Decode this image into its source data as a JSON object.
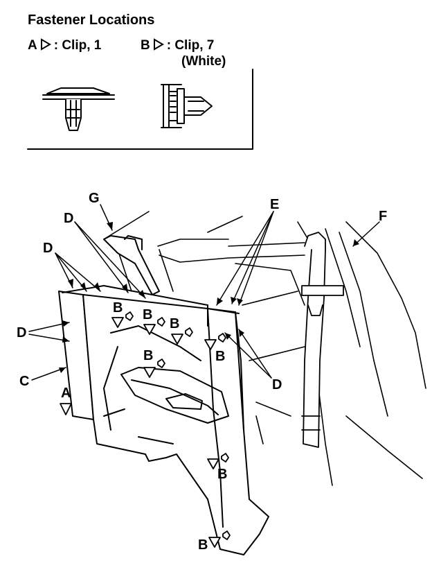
{
  "legend": {
    "title": "Fastener Locations",
    "clip_a": {
      "letter": "A",
      "text": ": Clip, 1"
    },
    "clip_b": {
      "letter": "B",
      "text": ": Clip, 7",
      "note": "(White)"
    }
  },
  "callouts": {
    "G": "G",
    "D": "D",
    "E": "E",
    "F": "F",
    "C": "C",
    "A": "A",
    "B": "B"
  },
  "colors": {
    "ink": "#000000",
    "paper": "#ffffff"
  }
}
